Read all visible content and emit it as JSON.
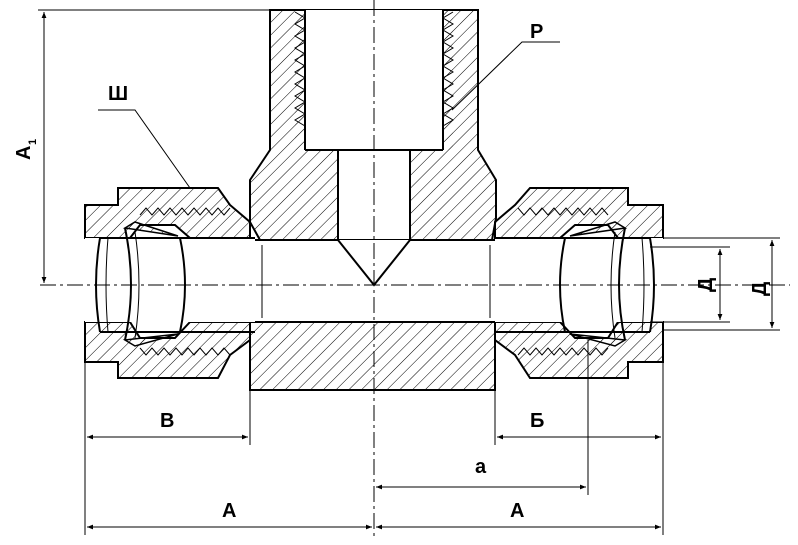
{
  "labels": {
    "thread_port": "Р",
    "nut": "Ш",
    "height": "А",
    "height_sub": "1",
    "length_a": "А",
    "length_a_right": "А",
    "offset": "а",
    "left_b": "В",
    "right_b": "Б",
    "inner_d": "Д",
    "outer_d": "Д"
  },
  "colors": {
    "line": "#000000",
    "background": "#ffffff"
  }
}
